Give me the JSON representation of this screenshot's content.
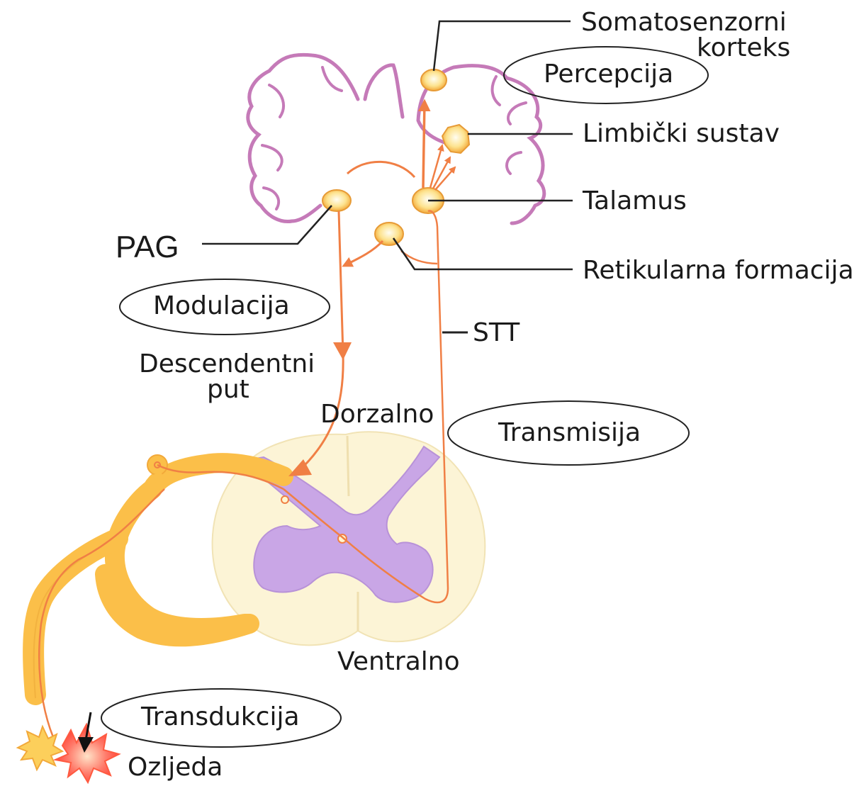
{
  "labels": {
    "somatosensory_line1": "Somatosenzorni",
    "somatosensory_line2": "korteks",
    "perception": "Percepcija",
    "limbic": "Limbički sustav",
    "thalamus": "Talamus",
    "pag": "PAG",
    "reticular": "Retikularna formacija",
    "modulation": "Modulacija",
    "stt": "STT",
    "descending_line1": "Descendentni",
    "descending_line2": "put",
    "dorsal": "Dorzalno",
    "transmission": "Transmisija",
    "ventral": "Ventralno",
    "transduction": "Transdukcija",
    "injury": "Ozljeda"
  },
  "colors": {
    "pathway": "#f07f45",
    "nerve": "#fbbf49",
    "gray_matter": "#c9a6e6",
    "white_matter": "#fcf4d6",
    "brain_outline": "#c57ab8",
    "nucleus": "#fde08e",
    "injury": "#ff4a3a"
  }
}
